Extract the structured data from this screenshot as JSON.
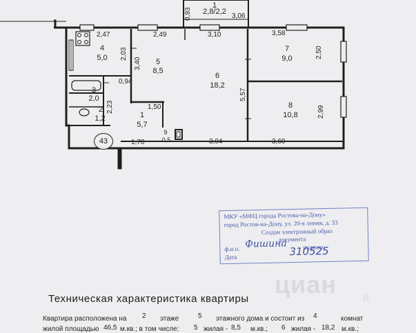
{
  "rooms": [
    {
      "num": "1",
      "area": "2,8/2,2"
    },
    {
      "num": "4",
      "area": "5,0"
    },
    {
      "num": "5",
      "area": "8,5"
    },
    {
      "num": "6",
      "area": "18,2"
    },
    {
      "num": "7",
      "area": "9,0"
    },
    {
      "num": "8",
      "area": "10,8"
    },
    {
      "num": "3",
      "area": "2,0"
    },
    {
      "num": "2",
      "area": "1,2"
    },
    {
      "num": "1",
      "area": "5,7"
    },
    {
      "num": "9",
      "area": "0,5"
    }
  ],
  "dims": [
    "0,93",
    "3,06",
    "2,47",
    "2,49",
    "3,10",
    "3,58",
    "2,03",
    "3,40",
    "2,50",
    "0,94",
    "5,57",
    "2,23",
    "1,50",
    "2,99",
    "1,70",
    "3,04",
    "3,60"
  ],
  "flat_number": "43",
  "stamp": {
    "line1": "МКУ «МФЦ города Ростова-на-Дону»",
    "line2": "город Ростов-на-Дону, ул. 20-я линия, д. 33",
    "line3": "Создан электронный образ",
    "line4": "документа",
    "fio_label": "ф.и.о.",
    "signature": "Фишина",
    "sign_label": "подпись",
    "date_label": "Дата",
    "code": "310525"
  },
  "watermark": "циан",
  "watermark_num": "8",
  "document": {
    "title": "Техническая характеристика квартиры",
    "row1": [
      "Квартира расположена на",
      "2",
      "этаже",
      "5",
      "этажного дома и состоит из",
      "4",
      "комнат"
    ],
    "row2": [
      "жилой площадью",
      "46,5",
      "м.кв.; в том числе:",
      "5",
      "жилая -",
      "8,5",
      "м.кв.;",
      "6",
      "жилая -",
      "18,2",
      "м.кв.;"
    ]
  }
}
